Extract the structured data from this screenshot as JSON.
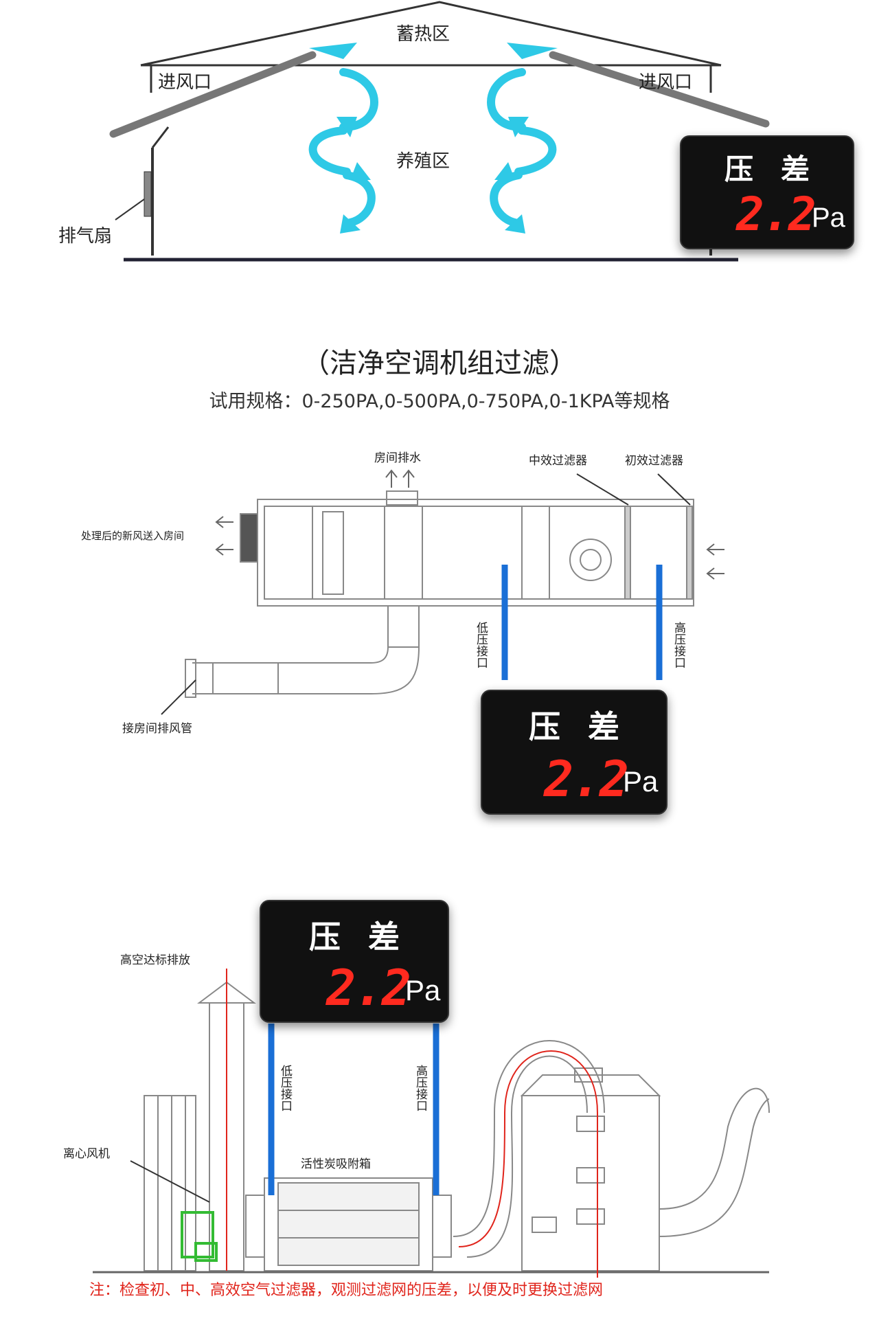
{
  "section1": {
    "label_heat": "蓄热区",
    "label_inlet_left": "进风口",
    "label_inlet_right": "进风口",
    "label_breeding": "养殖区",
    "label_fan": "排气扇"
  },
  "display": {
    "title": "压差",
    "value": "2.2",
    "unit": "Pa"
  },
  "section2": {
    "title": "（洁净空调机组过滤）",
    "spec": "试用规格：0-250PA,0-500PA,0-750PA,0-1KPA等规格",
    "label_drain": "房间排水",
    "label_mid_filter": "中效过滤器",
    "label_primary_filter": "初效过滤器",
    "label_supply": "处理后的新风送入房间",
    "label_low": "低压接口",
    "label_high": "高压接口",
    "label_exhaust_duct": "接房间排风管"
  },
  "section3": {
    "label_stack": "高空达标排放",
    "label_centrifugal": "离心风机",
    "label_low": "低压接口",
    "label_high": "高压接口",
    "label_carbon": "活性炭吸附箱"
  },
  "note": "注：检查初、中、高效空气过滤器，观测过滤网的压差，以便及时更换过滤网",
  "colors": {
    "display_digits": "#ff2a1f",
    "arrow": "#2ec9e6",
    "pipe": "#1a6fd6",
    "red_line": "#e0241b"
  }
}
